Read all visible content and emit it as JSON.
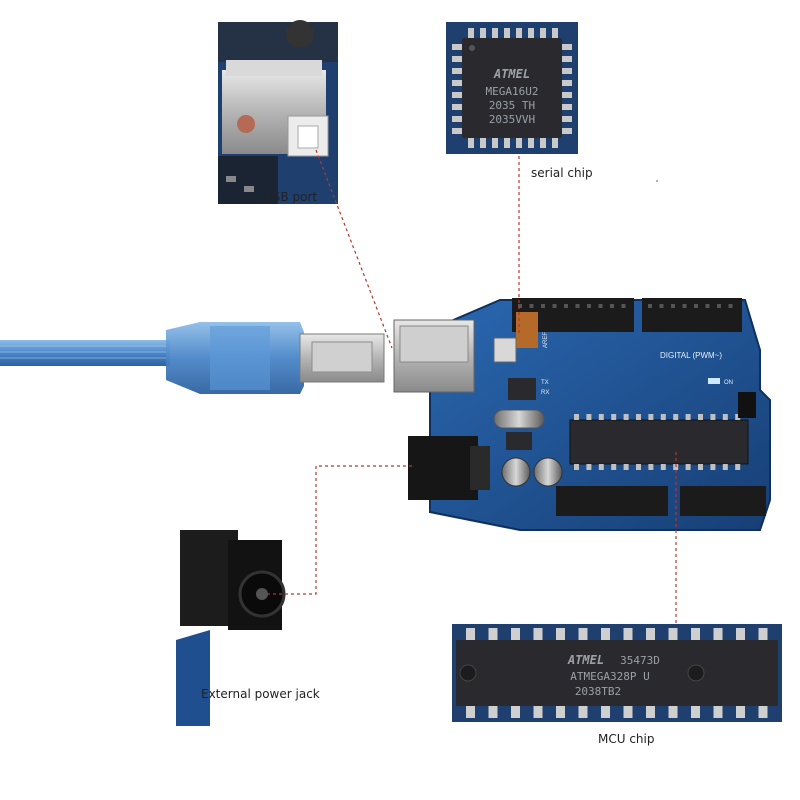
{
  "callouts": {
    "usb_port": "USB port",
    "serial_chip": "serial chip",
    "power_jack": "External power jack",
    "mcu_chip": "MCU chip"
  },
  "serial_chip_marking": {
    "brand": "ATMEL",
    "line1": "MEGA16U2",
    "line2": "2035  TH",
    "line3": "2035VVH"
  },
  "mcu_chip_marking": {
    "brand": "ATMEL",
    "code": "35473D",
    "line1": "ATMEGA328P U",
    "line2": "2038TB2"
  },
  "board_labels": {
    "digital": "DIGITAL (PWM~)",
    "aref": "AREF",
    "tx": "TX",
    "rx": "RX",
    "on": "ON"
  },
  "colors": {
    "board": "#1d4f8f",
    "cable": "#4a86c8",
    "callout_line": "#b03a2e",
    "chip": "#2a2a2e"
  }
}
